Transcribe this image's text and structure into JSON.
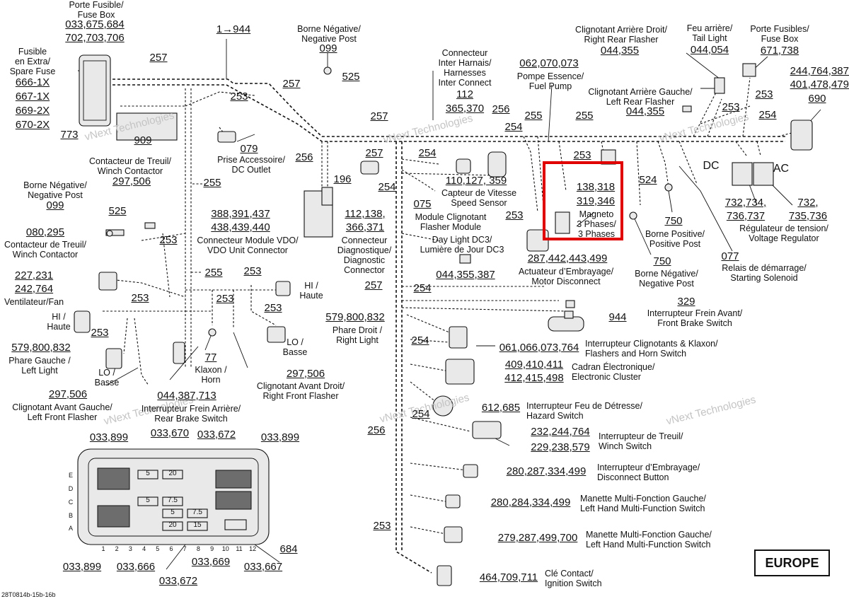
{
  "watermark": "vNext Technologies",
  "region_label": "EUROPE",
  "drawing_code": "28T0814b-15b-16b",
  "highlight_color": "#e00000",
  "harness_numbers": {
    "w257": "257",
    "w253": "253",
    "w256": "256",
    "w255": "255",
    "w254": "254",
    "w525": "525",
    "w944": "944",
    "w196": "196"
  },
  "fuse_box_left": {
    "title1": "Porte Fusible/",
    "title2": "Fuse Box",
    "nums": [
      "033,675,684",
      "702,703,706"
    ],
    "bottom_ref": "773",
    "ref_909": "909"
  },
  "spare_fuse": {
    "l1": "Fusible",
    "l2": "en Extra/",
    "l3": "Spare Fuse",
    "items": [
      "666-1X",
      "667-1X",
      "669-2X",
      "670-2X"
    ]
  },
  "arrow_ref": "1→944",
  "neg_post_top": {
    "l1": "Borne Négative/",
    "l2": "Negative Post",
    "num": "099"
  },
  "dc_outlet": {
    "num": "079",
    "l1": "Prise Accessoire/",
    "l2": "DC Outlet"
  },
  "winch_contactor": {
    "l1": "Contacteur de Treuil/",
    "l2": "Winch Contactor",
    "num": "297,506"
  },
  "neg_post_left": {
    "l1": "Borne Négative/",
    "l2": "Negative Post",
    "num": "099"
  },
  "winch_contactor2": {
    "num": "080,295",
    "l1": "Contacteur de Treuil/",
    "l2": "Winch Contactor"
  },
  "fan": {
    "nums": [
      "227,231",
      "242,764"
    ],
    "label": "Ventilateur/Fan"
  },
  "hi_left": {
    "l1": "HI /",
    "l2": "Haute"
  },
  "left_light": {
    "num": "579,800,832",
    "l1": "Phare Gauche /",
    "l2": "Left Light"
  },
  "lo_left": {
    "l1": "LO /",
    "l2": "Basse"
  },
  "left_front_flasher": {
    "num": "297,506",
    "l1": "Clignotant Avant Gauche/",
    "l2": "Left Front Flasher"
  },
  "rear_brake": {
    "num": "044,387,713",
    "l1": "Interrupteur Frein Arrière/",
    "l2": "Rear Brake Switch"
  },
  "horn": {
    "num": "77",
    "l1": "Klaxon /",
    "l2": "Horn"
  },
  "right_front_flasher": {
    "num": "297,506",
    "l1": "Clignotant Avant Droit/",
    "l2": "Right Front Flasher"
  },
  "hi_right": {
    "l1": "HI /",
    "l2": "Haute"
  },
  "lo_right": {
    "l1": "LO /",
    "l2": "Basse"
  },
  "right_light": {
    "num": "579,800,832",
    "l1": "Phare Droit /",
    "l2": "Right Light"
  },
  "vdo_connector": {
    "nums": [
      "388,391,437",
      "438,439,440"
    ],
    "l1": "Connecteur Module VDO/",
    "l2": "VDO Unit Connector"
  },
  "diag_connector": {
    "nums": [
      "112,138,",
      "366,371"
    ],
    "l1": "Connecteur",
    "l2": "Diagnostique/",
    "l3": "Diagnostic",
    "l4": "Connector"
  },
  "inter_harness": {
    "l1": "Connecteur",
    "l2": "Inter Harnais/",
    "l3": "Harnesses",
    "l4": "Inter Connect",
    "nums": [
      "112",
      "365,370"
    ]
  },
  "speed_sensor": {
    "num": "110,127, 359",
    "l1": "Capteur de Vitesse",
    "l2": "Speed Sensor"
  },
  "flasher_module": {
    "num": "075",
    "l1": "Module Clignotant",
    "l2": "Flasher Module"
  },
  "fuel_pump": {
    "num": "062,070,073",
    "l1": "Pompe Essence/",
    "l2": "Fuel Pump"
  },
  "magneto": {
    "nums": [
      "138,318",
      "319,346"
    ],
    "l1": "Magneto",
    "l2": "3 Phases/",
    "l3": "3 Phases"
  },
  "daylight": {
    "l1": "Day Light DC3/",
    "l2": "Lumière de Jour DC3",
    "num": "044,355,387"
  },
  "motor_disconnect": {
    "num": "287,442,443,499",
    "l1": "Actuateur d’Embrayage/",
    "l2": "Motor Disconnect"
  },
  "pos_post": {
    "num": "750",
    "l1": "Borne Positive/",
    "l2": "Positive Post"
  },
  "neg_post_mid": {
    "num": "750",
    "l1": "Borne Négative/",
    "l2": "Negative Post"
  },
  "starting_solenoid": {
    "num": "077",
    "l1": "Relais de démarrage/",
    "l2": "Starting Solenoid"
  },
  "voltage_reg": {
    "dc": "DC",
    "ac": "AC",
    "nums_left": [
      "732,734,",
      "736,737"
    ],
    "nums_right": [
      "732,",
      "735,736"
    ],
    "l1": "Régulateur de tension/",
    "l2": "Voltage Regulator"
  },
  "right_rear_flasher": {
    "l1": "Clignotant Arrière Droit/",
    "l2": "Right Rear Flasher",
    "num": "044,355"
  },
  "left_rear_flasher": {
    "l1": "Clignotant Arrière Gauche/",
    "l2": "Left Rear Flasher",
    "num": "044,355"
  },
  "tail_light": {
    "l1": "Feu arrière/",
    "l2": "Tail Light",
    "num": "044,054"
  },
  "fuse_box_right": {
    "l1": "Porte Fusibles/",
    "l2": "Fuse Box",
    "num": "671,738"
  },
  "right_edge": {
    "nums": [
      "244,764,387",
      "401,478,479",
      "690"
    ]
  },
  "front_brake": {
    "num": "329",
    "num2": "944",
    "l1": "Interrupteur Frein Avant/",
    "l2": "Front Brake Switch"
  },
  "flashers_horn": {
    "num": "061,066,073,764",
    "l1": "Interrupteur Clignotants & Klaxon/",
    "l2": "Flashers and Horn Switch"
  },
  "cluster": {
    "nums": [
      "409,410,411",
      "412,415,498"
    ],
    "l1": "Cadran Électronique/",
    "l2": "Electronic Cluster"
  },
  "hazard": {
    "num": "612,685",
    "l1": "Interrupteur Feu de Détresse/",
    "l2": "Hazard Switch"
  },
  "winch_switch": {
    "nums": [
      "232,244,764",
      "229,238,579"
    ],
    "l1": "Interrupteur de Treuil/",
    "l2": "Winch Switch"
  },
  "disconnect_btn": {
    "num": "280,287,334,499",
    "l1": "Interrupteur d’Embrayage/",
    "l2": "Disconnect Button"
  },
  "lh_multi1": {
    "num": "280,284,334,499",
    "l1": "Manette Multi-Fonction Gauche/",
    "l2": "Left Hand Multi-Function Switch"
  },
  "lh_multi2": {
    "num": "279,287,499,700",
    "l1": "Manette Multi-Fonction Gauche/",
    "l2": "Left Hand Multi-Function Switch"
  },
  "ignition": {
    "num": "464,709,711",
    "l1": "Clé Contact/",
    "l2": "Ignition Switch"
  },
  "fuse_panel": {
    "top_nums": [
      "033,899",
      "033,670",
      "033,672",
      "033,899"
    ],
    "bottom_nums": [
      "033,899",
      "033,666",
      "033,669",
      "033,667"
    ],
    "bottom_center": "033,672",
    "right_ref": "684",
    "rows": [
      "E",
      "D",
      "C",
      "B",
      "A"
    ],
    "cols": [
      "1",
      "2",
      "3",
      "4",
      "5",
      "6",
      "7",
      "8",
      "9",
      "10",
      "11",
      "12"
    ],
    "fuse_values": [
      "5",
      "20",
      "5",
      "7.5",
      "7.5",
      "5",
      "20",
      "15"
    ]
  }
}
